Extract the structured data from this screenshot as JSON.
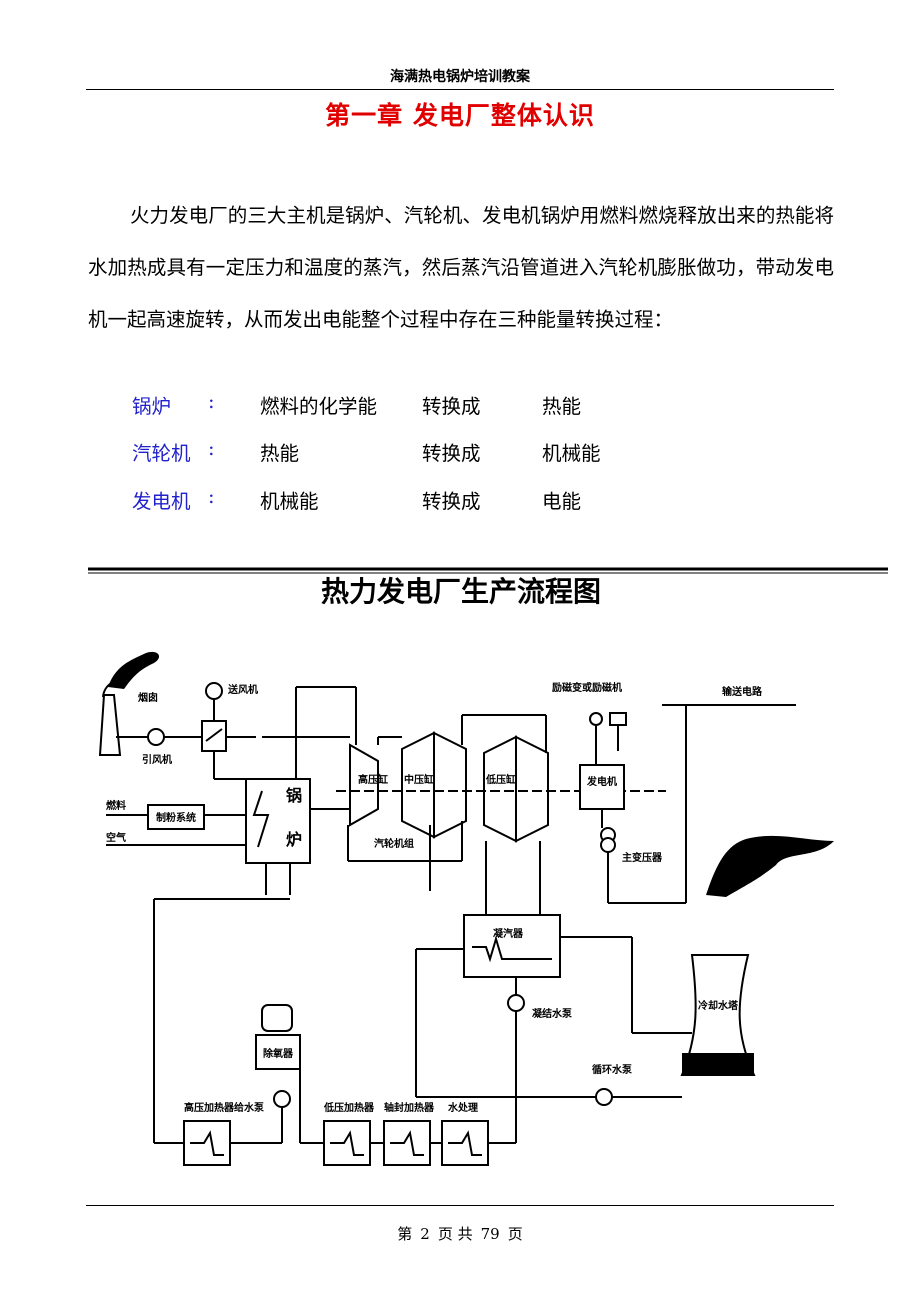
{
  "header": {
    "text": "海满热电锅炉培训教案"
  },
  "chapter_title": "第一章  发电厂整体认识",
  "paragraph": "火力发电厂的三大主机是锅炉、汽轮机、发电机锅炉用燃料燃烧释放出来的热能将水加热成具有一定压力和温度的蒸汽，然后蒸汽沿管道进入汽轮机膨胀做功，带动发电机一起高速旋转，从而发出电能整个过程中存在三种能量转换过程：",
  "conversions": [
    {
      "machine": "锅炉",
      "colon": ":",
      "from": "燃料的化学能",
      "verb": "转换成",
      "to": "热能"
    },
    {
      "machine": "汽轮机",
      "colon": ":",
      "from": "热能",
      "verb": "转换成",
      "to": "机械能"
    },
    {
      "machine": "发电机",
      "colon": ":",
      "from": "机械能",
      "verb": "转换成",
      "to": "电能"
    }
  ],
  "diagram": {
    "title": "热力发电厂生产流程图",
    "labels": {
      "chimney": "烟囱",
      "induced_fan": "引风机",
      "forced_fan": "送风机",
      "coal": "燃料",
      "air": "空气",
      "pulverizer": "制粉系统",
      "boiler_a": "锅",
      "boiler_b": "炉",
      "hp": "高压缸",
      "ip": "中压缸",
      "lp": "低压缸",
      "turbine_group": "汽轮机组",
      "exciter": "励磁变或励磁机",
      "generator": "发电机",
      "transformer": "主变压器",
      "transmission": "输送电路",
      "condenser": "凝汽器",
      "condensate_pump": "凝结水泵",
      "cooling_tower": "冷却水塔",
      "circ_pump": "循环水泵",
      "deaerator": "除氧器",
      "feed_pump": "给水泵",
      "hp_heater": "高压加热器",
      "lp_heater": "低压加热器",
      "gland_heater": "轴封加热器",
      "water_treat": "水处理"
    }
  },
  "footer": {
    "page_prefix": "第",
    "page": "2",
    "page_mid": "页  共",
    "total": "79",
    "page_suffix": "页"
  }
}
